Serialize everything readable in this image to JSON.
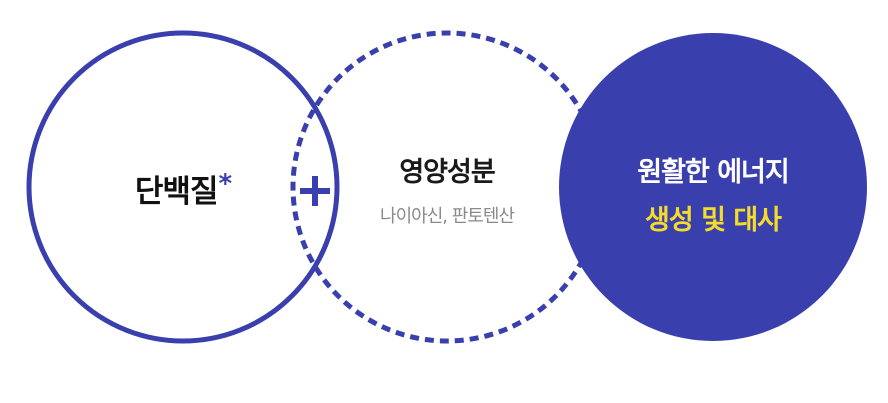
{
  "colors": {
    "primary": "#3a3fae",
    "accent_yellow": "#f5dc2a",
    "subtext_gray": "#8a8a8a",
    "text_dark": "#111111"
  },
  "protein_circle": {
    "label": "단백질",
    "asterisk": "*"
  },
  "operator": {
    "symbol": "+"
  },
  "nutrient_circle": {
    "title": "영양성분",
    "subtitle": "나이아신, 판토텐산"
  },
  "result_circle": {
    "line1": "원활한 에너지",
    "line2": "생성 및 대사"
  }
}
